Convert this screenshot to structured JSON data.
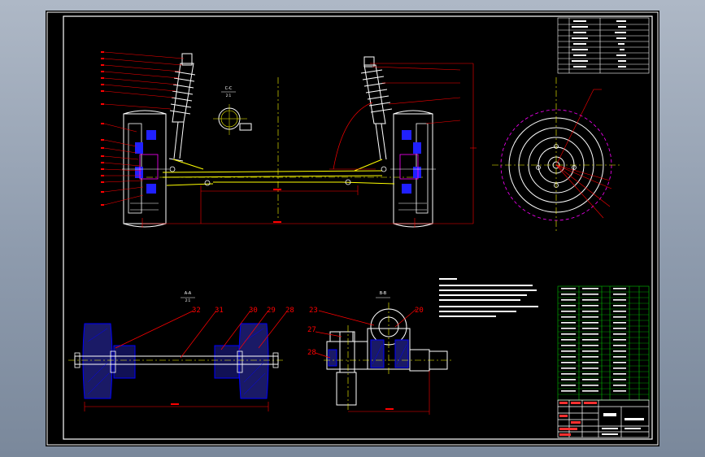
{
  "colors": {
    "background": "#000000",
    "frame": "#ffffff",
    "leader": "#ff0000",
    "part_outline": "#ffffff",
    "hatch": "#0000ff",
    "centerline": "#ffff00",
    "hidden": "#ff00ff",
    "dimension": "#ff0000",
    "table_grid": "#ffffff",
    "bom_grid": "#00c000"
  },
  "callouts": {
    "n23": "23",
    "n20": "20",
    "n27": "27",
    "n28": "28",
    "n32": "32",
    "n31": "31",
    "n30": "30",
    "n29": "29",
    "n28b": "28"
  },
  "views": {
    "section_top": "C-C",
    "section_top_scale": "2:1",
    "section_bottom_left": "A-A",
    "section_bottom_left_scale": "2:1",
    "section_bottom_mid": "B-B"
  },
  "icons": {
    "wheel_front_view": "wheel-icon",
    "coil_spring": "spring-icon"
  }
}
